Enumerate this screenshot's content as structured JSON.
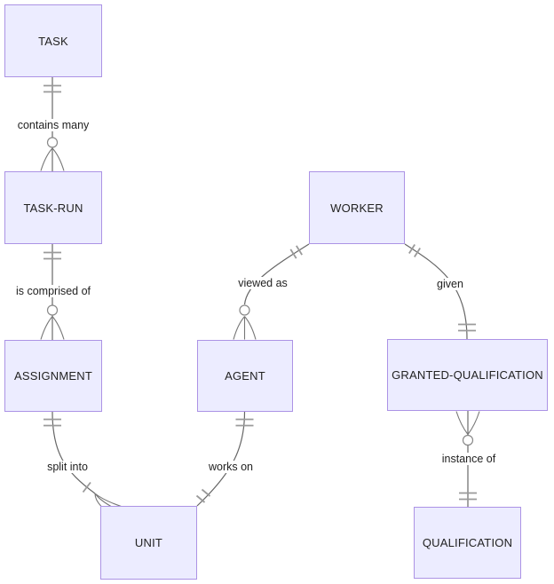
{
  "diagram_type": "entity-relationship crow's foot diagram",
  "entities": {
    "task": "TASK",
    "task_run": "TASK-RUN",
    "worker": "WORKER",
    "assignment": "ASSIGNMENT",
    "agent": "AGENT",
    "granted_qualification": "GRANTED-QUALIFICATION",
    "unit": "UNIT",
    "qualification": "QUALIFICATION"
  },
  "relationships": [
    {
      "from": "TASK",
      "to": "TASK-RUN",
      "label": "contains many",
      "from_marker": "exactly-one (two ticks)",
      "to_marker": "zero-or-many (circle + crow's foot)"
    },
    {
      "from": "TASK-RUN",
      "to": "ASSIGNMENT",
      "label": "is comprised of",
      "from_marker": "exactly-one (two ticks)",
      "to_marker": "zero-or-many (circle + crow's foot)"
    },
    {
      "from": "ASSIGNMENT",
      "to": "UNIT",
      "label": "split into",
      "from_marker": "exactly-one (two ticks)",
      "to_marker": "one-or-many (tick + crow's foot)"
    },
    {
      "from": "AGENT",
      "to": "UNIT",
      "label": "works on",
      "from_marker": "exactly-one (two ticks)",
      "to_marker": "exactly-one (two ticks)"
    },
    {
      "from": "WORKER",
      "to": "AGENT",
      "label": "viewed as",
      "from_marker": "exactly-one (two ticks)",
      "to_marker": "zero-or-many (circle + crow's foot)"
    },
    {
      "from": "WORKER",
      "to": "GRANTED-QUALIFICATION",
      "label": "given",
      "from_marker": "exactly-one (two ticks)",
      "to_marker": "exactly-one (two ticks)"
    },
    {
      "from": "QUALIFICATION",
      "to": "GRANTED-QUALIFICATION",
      "label": "instance of",
      "from_marker": "exactly-one (two ticks)",
      "to_marker": "zero-or-many (circle + crow's foot)"
    }
  ],
  "colors": {
    "background": "#ffffff",
    "entity_fill": "#ECECFF",
    "entity_border": "#9370DB",
    "relationship_line": "#666666",
    "cardinality_marker": "#999999",
    "text": "#222222"
  }
}
